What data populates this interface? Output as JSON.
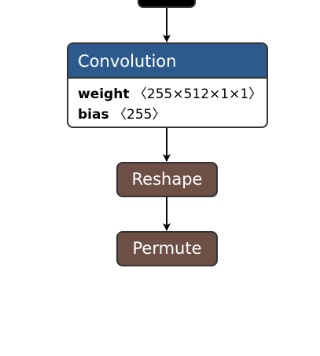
{
  "nodes": {
    "convolution": {
      "title": "Convolution",
      "attributes": [
        {
          "name": "weight",
          "value": "〈255×512×1×1〉"
        },
        {
          "name": "bias",
          "value": "〈255〉"
        }
      ]
    },
    "reshape": {
      "title": "Reshape"
    },
    "permute": {
      "title": "Permute"
    }
  },
  "colors": {
    "conv_header": "#2c5a8c",
    "op_node": "#6e4f45",
    "edge": "#000000"
  }
}
